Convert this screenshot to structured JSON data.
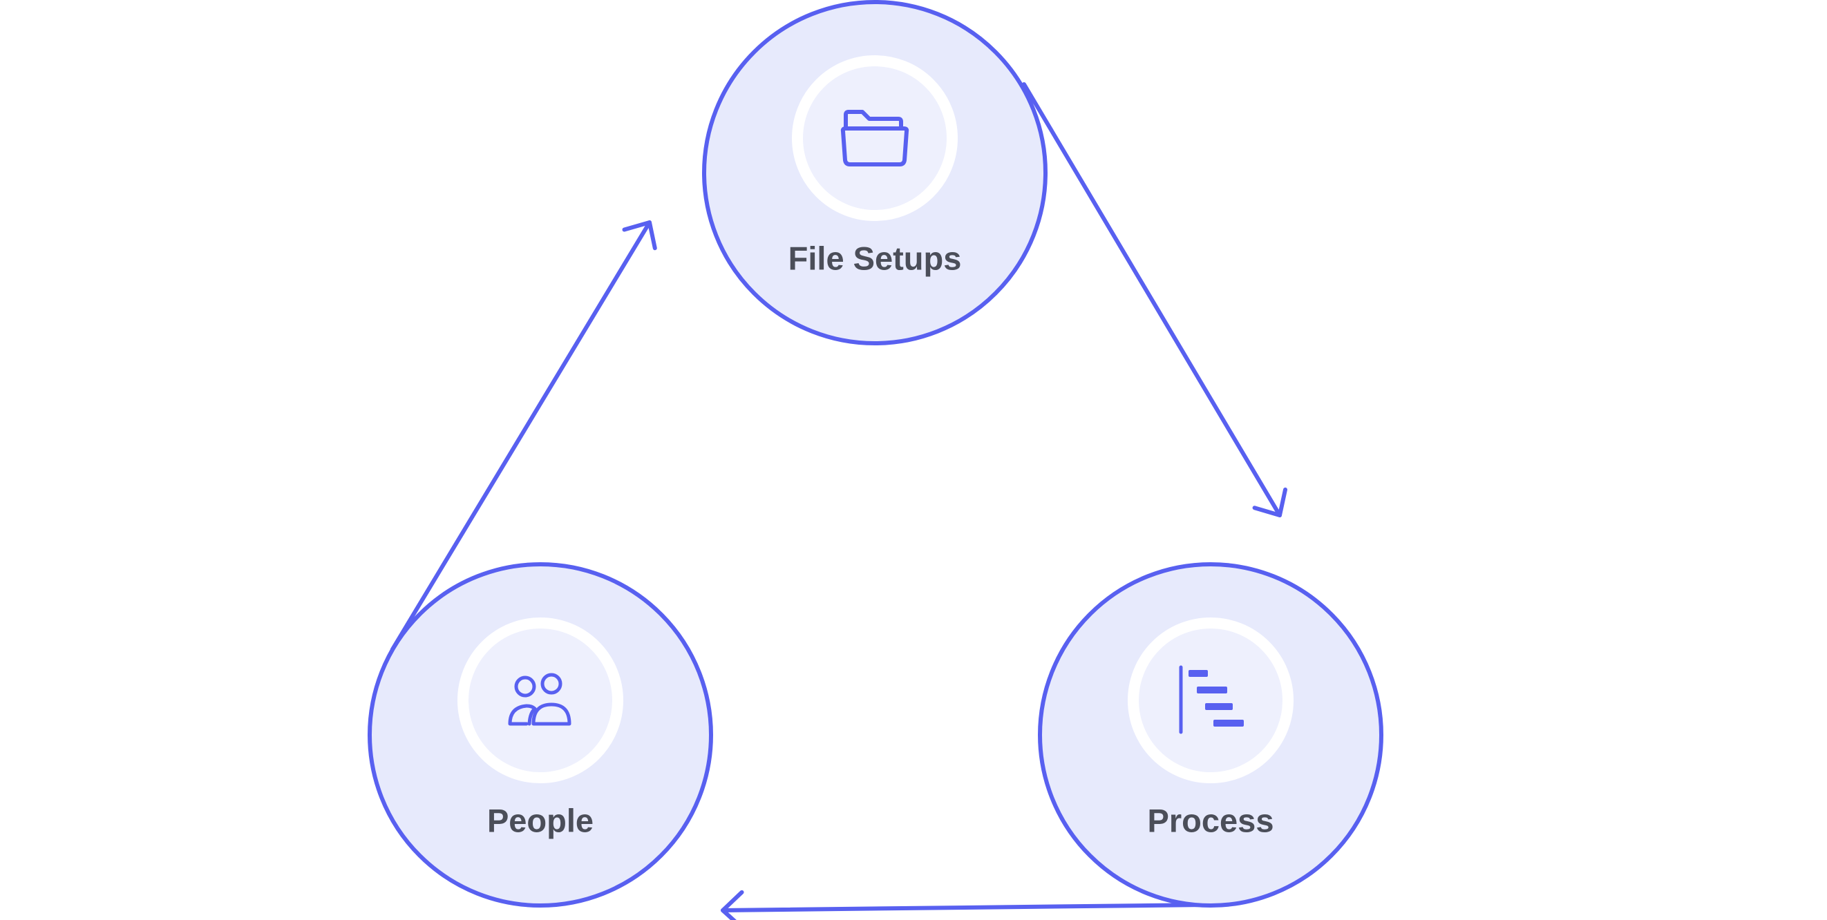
{
  "diagram": {
    "colors": {
      "accent": "#5860F0",
      "node_fill": "#E7EAFC",
      "inner_ring": "#FFFFFF",
      "inner_fill": "#EEF0FD",
      "label": "#4B4E59",
      "background": "#FFFFFF"
    },
    "nodes": [
      {
        "id": "file-setups",
        "label": "File Setups",
        "icon": "folder-icon"
      },
      {
        "id": "process",
        "label": "Process",
        "icon": "gantt-chart-icon"
      },
      {
        "id": "people",
        "label": "People",
        "icon": "people-icon"
      }
    ],
    "edges": [
      {
        "from": "file-setups",
        "to": "process",
        "style": "arrow"
      },
      {
        "from": "process",
        "to": "people",
        "style": "arrow"
      },
      {
        "from": "people",
        "to": "file-setups",
        "style": "arrow"
      }
    ]
  }
}
